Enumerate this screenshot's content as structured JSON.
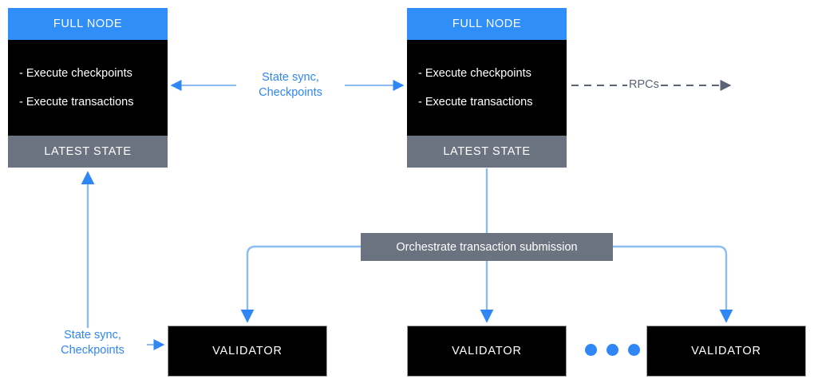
{
  "colors": {
    "accent_blue": "#2f86f6",
    "line_blue": "#8cbdf2",
    "gray": "#6b7280",
    "black": "#000000",
    "white": "#ffffff",
    "dashed_gray": "#5a6474"
  },
  "full_nodes": [
    {
      "header": "FULL NODE",
      "bullets": [
        "- Execute checkpoints",
        "- Execute transactions"
      ],
      "footer": "LATEST STATE"
    },
    {
      "header": "FULL NODE",
      "bullets": [
        "- Execute checkpoints",
        "- Execute transactions"
      ],
      "footer": "LATEST STATE"
    }
  ],
  "edges": {
    "state_sync_between_nodes": "State sync,\nCheckpoints",
    "rpcs": "RPCs",
    "state_sync_to_validator": "State sync,\nCheckpoints"
  },
  "orchestrate": {
    "label": "Orchestrate transaction submission"
  },
  "validators": [
    {
      "label": "VALIDATOR"
    },
    {
      "label": "VALIDATOR"
    },
    {
      "label": "VALIDATOR"
    }
  ],
  "ellipsis": {
    "count": 3,
    "meaning": "more-validators"
  }
}
